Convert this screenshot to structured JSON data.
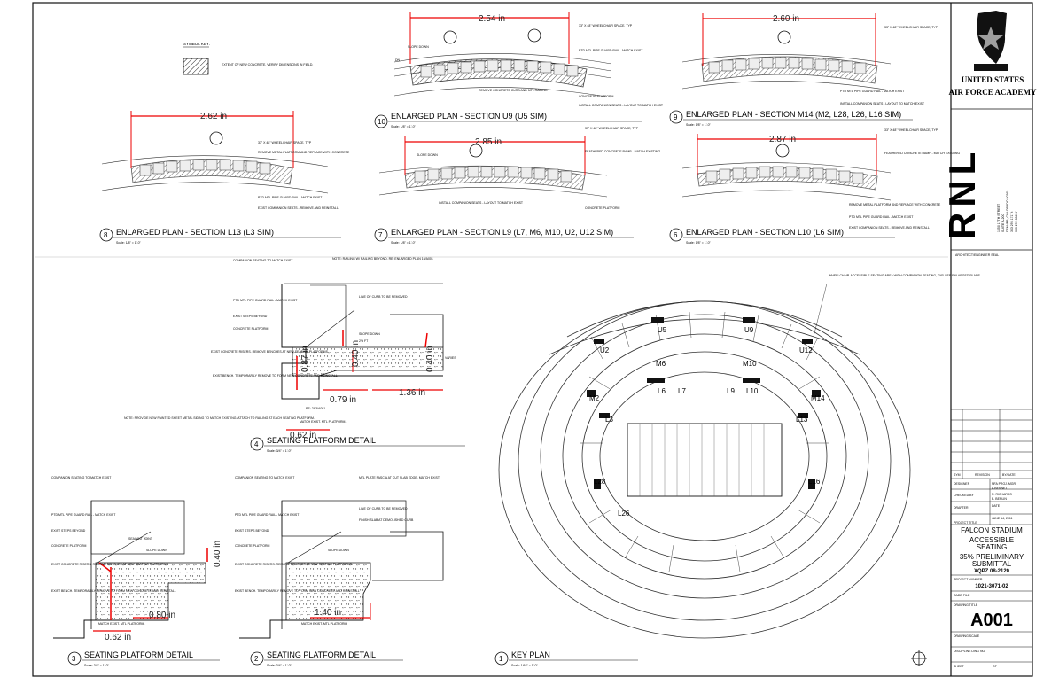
{
  "drawing_number": "A001",
  "owner": {
    "line1": "UNITED STATES",
    "line2": "AIR FORCE ACADEMY"
  },
  "architect": {
    "logo": "RNL",
    "address_lines": [
      "1050 17TH STREET",
      "SUITE A-200",
      "DENVER, COLORADO 80265",
      "303 295 1717 t",
      "303 292 0845 f"
    ],
    "seal_label": "ARCHITECT/ENGINEER SEAL"
  },
  "revision_table": {
    "headers": [
      "SYM",
      "REVISION",
      "BY/DATE"
    ]
  },
  "title_block": {
    "designer_label": "DESIGNER",
    "designer_name": "A.BENNET",
    "pm_label": "NFA PROJ. MGR.",
    "checked_label": "CHECKED BY",
    "checked_name": "R. RICHARDS",
    "reviewer": "B. BERLIN",
    "drafter_label": "DRAFTER",
    "date_label": "DATE",
    "date": "JUNE 14, 2011",
    "project_title_label": "PROJECT TITLE",
    "project_title": "FALCON STADIUM",
    "subtitle1": "ACCESSIBLE",
    "subtitle2": "SEATING",
    "submittal1": "35% PRELIMINARY",
    "submittal2": "SUBMITTAL",
    "project_code": "XQPZ 08-2120",
    "project_number_label": "PROJECT NUMBER",
    "project_number": "1021-3071-02",
    "cadd_file_label": "CADD FILE",
    "drawing_title_label": "DRAWING TITLE",
    "drawing_scale_label": "DRAWING SCALE",
    "discipline_label": "DISCIPLINE DWG NO.",
    "sheet_label": "SHEET",
    "of_label": "OF"
  },
  "symbol_key": {
    "title": "SYMBOL KEY:",
    "legend_text": "EXTENT OF NEW CONCRETE. VERIFY DIMENSIONS IN FIELD."
  },
  "views": [
    {
      "number": "10",
      "title": "ENLARGED PLAN - SECTION U9 (U5 SIM)",
      "scale": "Scale: 1/8\" = 1'-0\""
    },
    {
      "number": "9",
      "title": "ENLARGED PLAN - SECTION M14 (M2, L28, L26, L16 SIM)",
      "scale": "Scale: 1/8\" = 1'-0\""
    },
    {
      "number": "8",
      "title": "ENLARGED PLAN - SECTION L13 (L3 SIM)",
      "scale": "Scale: 1/8\" = 1'-0\""
    },
    {
      "number": "7",
      "title": "ENLARGED PLAN - SECTION L9 (L7, M6, M10, U2, U12 SIM)",
      "scale": "Scale: 1/8\" = 1'-0\""
    },
    {
      "number": "6",
      "title": "ENLARGED PLAN - SECTION L10 (L6 SIM)",
      "scale": "Scale: 1/8\" = 1'-0\""
    },
    {
      "number": "4",
      "title": "SEATING PLATFORM DETAIL",
      "scale": "Scale: 3/4\" = 1'-0\""
    },
    {
      "number": "3",
      "title": "SEATING PLATFORM DETAIL",
      "scale": "Scale: 3/4\" = 1'-0\""
    },
    {
      "number": "2",
      "title": "SEATING PLATFORM DETAIL",
      "scale": "Scale: 3/4\" = 1'-0\""
    },
    {
      "number": "1",
      "title": "KEY PLAN",
      "scale": "Scale: 1/64\" = 1'-0\""
    }
  ],
  "dimensions": {
    "d_254": "2.54 in",
    "d_260": "2.60 in",
    "d_262": "2.62 in",
    "d_285": "2.85 in",
    "d_287": "2.87 in",
    "d_079": "0.79 in",
    "d_136": "1.36 in",
    "d_062a": "0.62 in",
    "d_062b": "0.62 in",
    "d_080": "0.80 in",
    "d_140": "1.40 in",
    "d_040": "0.40 in",
    "d_040b": "0.40 in",
    "d_040c": "0.40 in",
    "d_087": "0.87 in"
  },
  "section_labels": [
    "U5",
    "U9",
    "U2",
    "U12",
    "M6",
    "M10",
    "M2",
    "M14",
    "L6",
    "L7",
    "L9",
    "L10",
    "L3",
    "L13",
    "L28",
    "L16",
    "L26"
  ],
  "notes": {
    "slope_down": "SLOPE DOWN",
    "wheelchair": "33\" X 48\" WHEELCHAIR SPACE, TYP",
    "remove_curb": "REMOVE CONCRETE CURB AND MTL RAILING",
    "concrete_platform": "CONCRETE PLATFORM",
    "companion_seats": "INSTALL COMPANION SEATS - LAYOUT TO MATCH EXIST",
    "feathered_ramp": "FEATHERED CONCRETE RAMP - MATCH EXISTING",
    "pipe_rail": "PTD MTL PIPE GUARD RAIL - MATCH EXIST",
    "metal_platform": "REMOVE METAL PLATFORM AND REPLACE WITH CONCRETE",
    "exist_companion": "EXIST COMPANION SEATS - REMOVE AND REINSTALL",
    "dn": "DN",
    "key_note": "WHEELCHAIR-ACCESSIBLE SEATING AREA WITH COMPANION SEATING, TYP. SEE ENLARGED PLANS.",
    "platform_note": "NOTE: PROVIDE NEW PAINTED SHEET METAL SIDING TO MATCH EXISTING. ATTACH TO RAILING AT EACH SEATING PLATFORM.",
    "match_exist": "MATCH EXIST. MTL PLATFORM.",
    "match_exist2": "MATCH EXIST. MTL PLATFORM",
    "re_ref": "RE: 2&3/A001",
    "sealant": "SEALANT JOINT",
    "slope_pct": "2% FT",
    "companion_match": "COMPANION SEATING TO MATCH EXIST",
    "exist_steps": "EXIST STEPS BEYOND",
    "exist_risers": "EXIST CONCRETE RISERS. REMOVE BENCHES AT NEW SEATING PLATFORMS",
    "exist_bench": "EXIST BENCH. TEMPORARILY REMOVE TO FORM NEW CONCRETE AND REINSTALL",
    "line_of_curb": "LINE OF CURB TO BE REMOVED",
    "mtl_fascia": "MTL PLATE FASCIA AT CUT SLAB EDGE. MATCH EXIST",
    "finish_slab": "FINISH SLAB AT DEMOLISHED CURB",
    "varies": "VARIES",
    "note_railing": "NOTE: RAILING W/ RAILING BEYOND. RE: ENLARGED PLAN 10/A001"
  }
}
